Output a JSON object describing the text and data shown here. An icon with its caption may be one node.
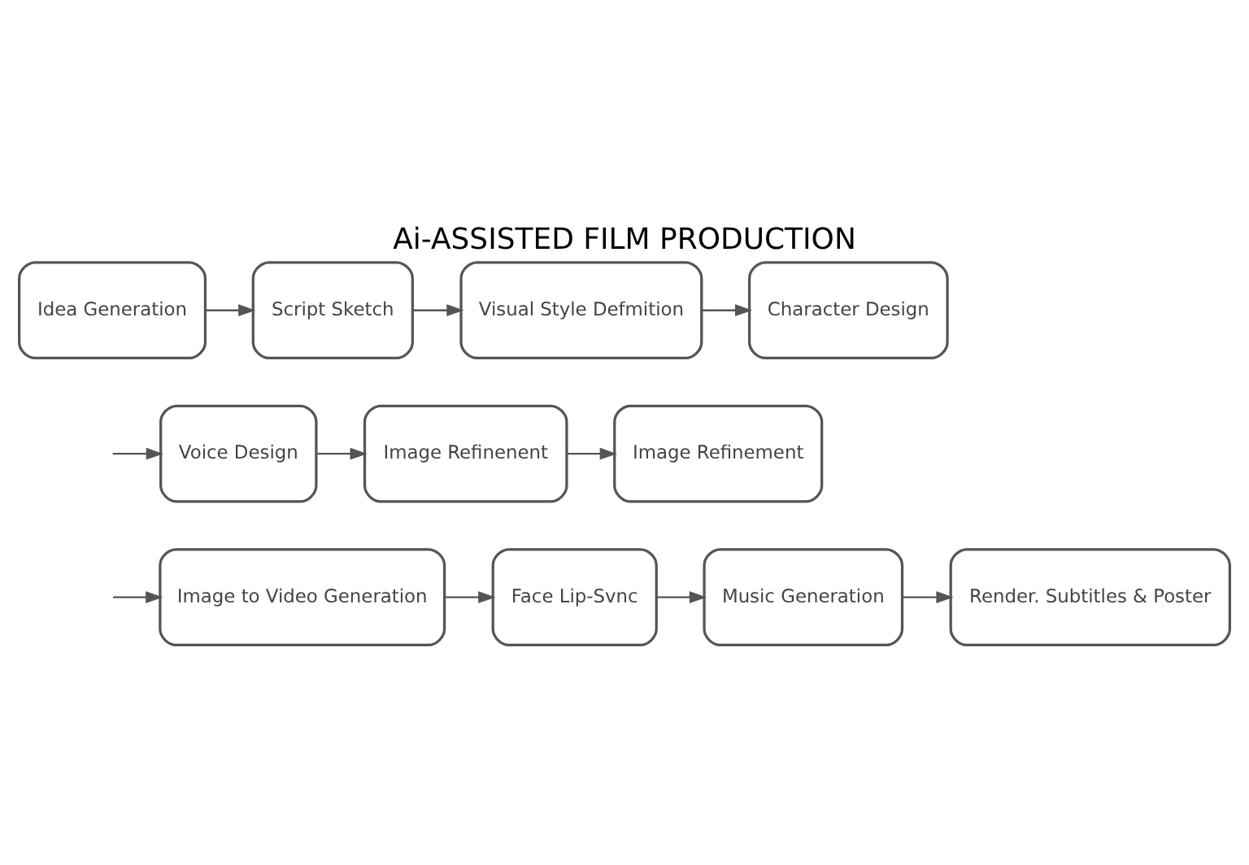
{
  "diagram": {
    "title": "Ai-ASSISTED FILM PRODUCTION",
    "nodes": [
      {
        "text": [
          "Idea Generation"
        ]
      },
      {
        "text": [
          "Script Sketch"
        ]
      },
      {
        "text": [
          "Visual Style Defmition"
        ]
      },
      {
        "text": [
          "Character Design"
        ]
      },
      {
        "text": [
          "Voice Design"
        ]
      },
      {
        "text": [
          "Image Refinenent"
        ]
      },
      {
        "text": [
          "Image Refinement"
        ]
      },
      {
        "text": [
          "Image to Video Generation"
        ]
      },
      {
        "text": [
          "Face Lip-Svnc"
        ]
      },
      {
        "text": [
          "Music Generation"
        ]
      },
      {
        "text": [
          "Render. Subtitles & Poster"
        ]
      }
    ],
    "edges": [
      {
        "from": 0,
        "to": 1,
        "arrow": "to"
      },
      {
        "from": 1,
        "to": 2,
        "arrow": "to"
      },
      {
        "from": 2,
        "to": 3,
        "arrow": "to"
      },
      {
        "from": null,
        "to": 4,
        "arrow": "to"
      },
      {
        "from": 4,
        "to": 5,
        "arrow": "to"
      },
      {
        "from": 5,
        "to": 6,
        "arrow": "to"
      },
      {
        "from": null,
        "to": 7,
        "arrow": "to"
      },
      {
        "from": 7,
        "to": 8,
        "arrow": "to"
      },
      {
        "from": 8,
        "to": 9,
        "arrow": "to"
      },
      {
        "from": 9,
        "to": 10,
        "arrow": "to"
      }
    ]
  }
}
